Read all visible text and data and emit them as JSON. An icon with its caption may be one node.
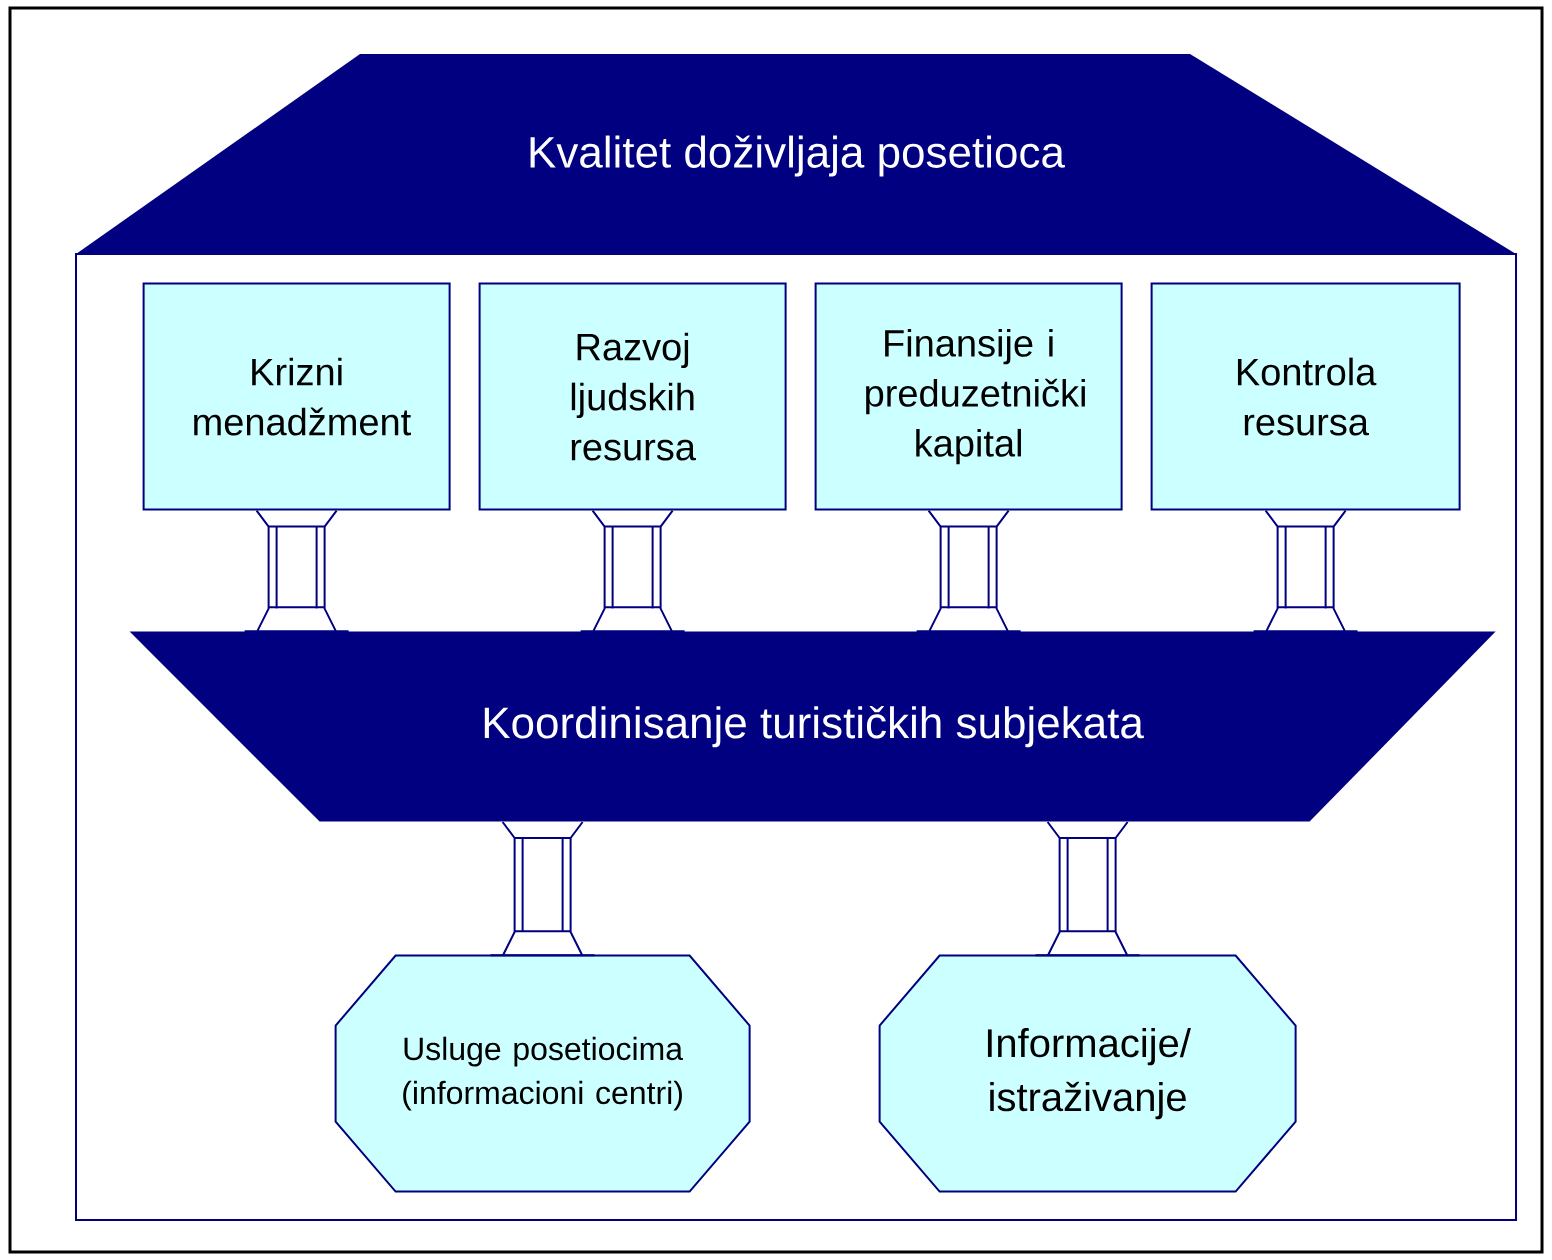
{
  "diagram": {
    "nodes": [
      {
        "text": [
          "Kvalitet doživljaja posetioca"
        ]
      },
      {
        "text": [
          "Krizni menadžment"
        ],
        "in": 0
      },
      {
        "text": [
          "Razvoj ljudskih resursa"
        ],
        "in": 0
      },
      {
        "text": [
          "Finansije i preduzetnički kapital"
        ],
        "in": 0
      },
      {
        "text": [
          "Kontrola resursa"
        ],
        "in": 0
      },
      {
        "text": [
          "Koordinisanje turističkih subjekata"
        ],
        "in": 0
      },
      {
        "text": [
          "Usluge posetiocima (informacioni centri)"
        ],
        "in": 0
      },
      {
        "text": [
          "Informacije/ istraživanje"
        ],
        "in": 0
      }
    ],
    "edges": [
      {
        "from": 1,
        "to": 5,
        "arrow": "none"
      },
      {
        "from": 2,
        "to": 5,
        "arrow": "none"
      },
      {
        "from": 3,
        "to": 5,
        "arrow": "none"
      },
      {
        "from": 4,
        "to": 5,
        "arrow": "none"
      },
      {
        "from": 5,
        "to": 6,
        "arrow": "none"
      },
      {
        "from": 5,
        "to": 7,
        "arrow": "none"
      }
    ]
  }
}
